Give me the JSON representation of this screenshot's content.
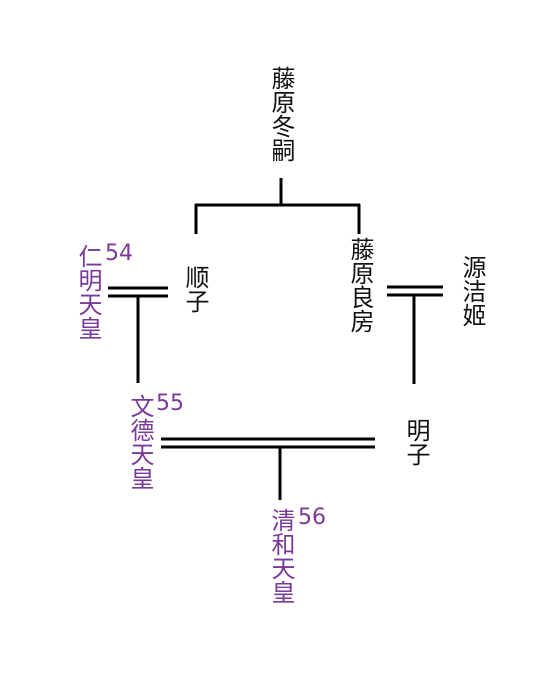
{
  "colors": {
    "emperor": "#7a3a9a",
    "commoner": "#111111",
    "line": "#000000"
  },
  "people": {
    "fuyutsugu": {
      "name": "藤原冬嗣"
    },
    "junshi": {
      "name": "顺子"
    },
    "yoshifusa": {
      "name": "藤原良房"
    },
    "kiyohime": {
      "name": "源洁姬"
    },
    "ninmyo": {
      "name": "仁明天皇",
      "number": "54"
    },
    "montoku": {
      "name": "文德天皇",
      "number": "55"
    },
    "akirakeiko": {
      "name": "明子"
    },
    "seiwa": {
      "name": "清和天皇",
      "number": "56"
    }
  }
}
